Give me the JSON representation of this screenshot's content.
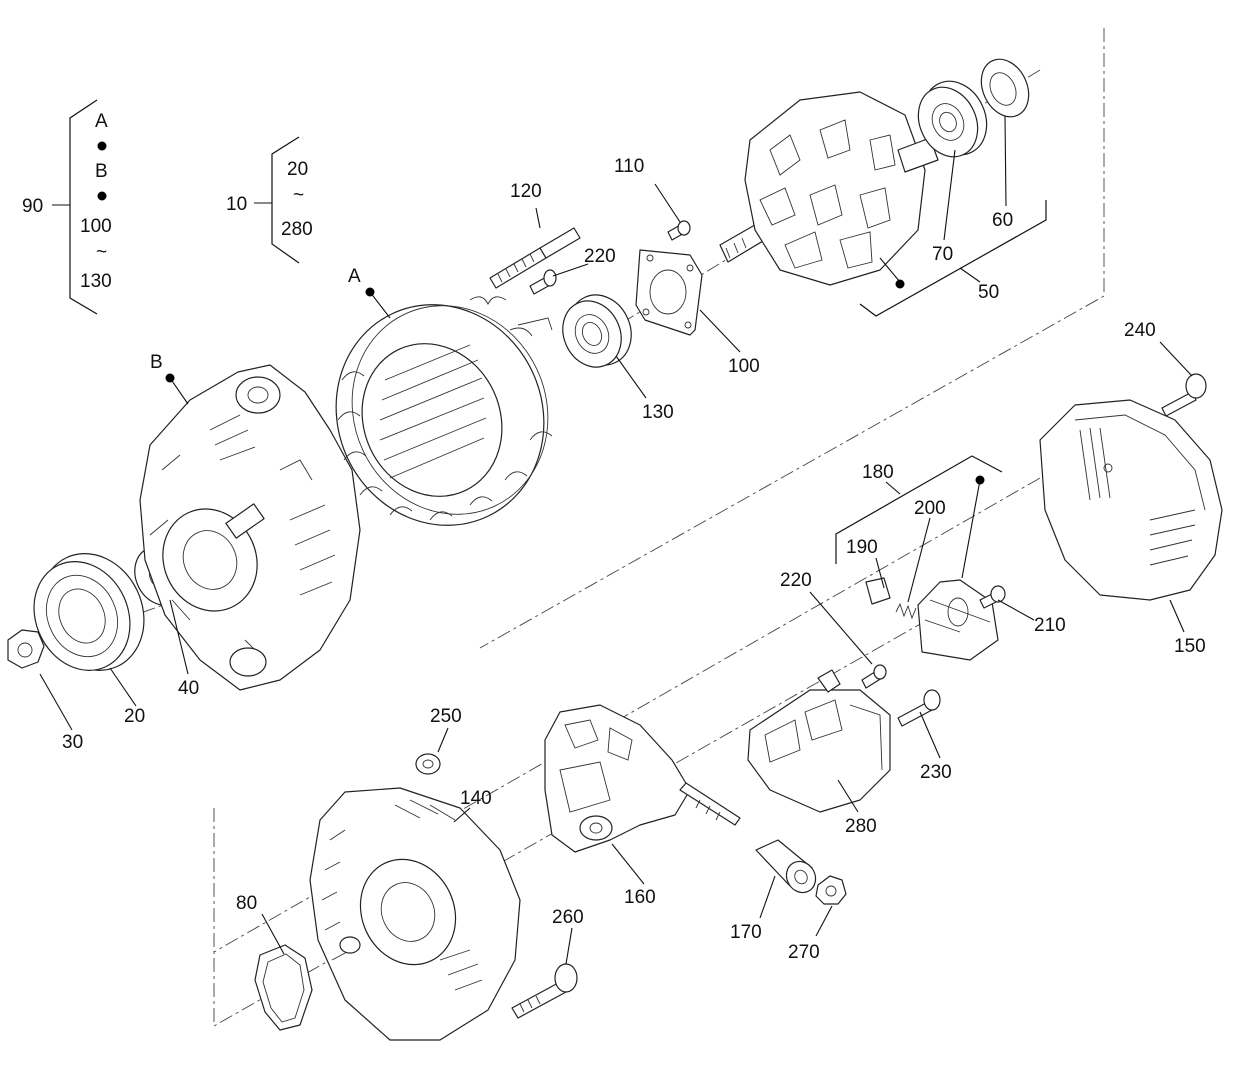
{
  "legend": {
    "group_90": {
      "number": "90",
      "items": [
        "A",
        "B",
        "100",
        "~",
        "130"
      ]
    },
    "group_10": {
      "number": "10",
      "items": [
        "20",
        "~",
        "280"
      ]
    }
  },
  "reference_letters": [
    "A",
    "B"
  ],
  "callouts": {
    "c20": "20",
    "c30": "30",
    "c40": "40",
    "c50": "50",
    "c60": "60",
    "c70": "70",
    "c80": "80",
    "c100": "100",
    "c110": "110",
    "c120": "120",
    "c130": "130",
    "c140": "140",
    "c150": "150",
    "c160": "160",
    "c170": "170",
    "c180": "180",
    "c190": "190",
    "c200": "200",
    "c210": "210",
    "c220a": "220",
    "c220b": "220",
    "c230": "230",
    "c240": "240",
    "c250": "250",
    "c260": "260",
    "c270": "270",
    "c280": "280"
  }
}
